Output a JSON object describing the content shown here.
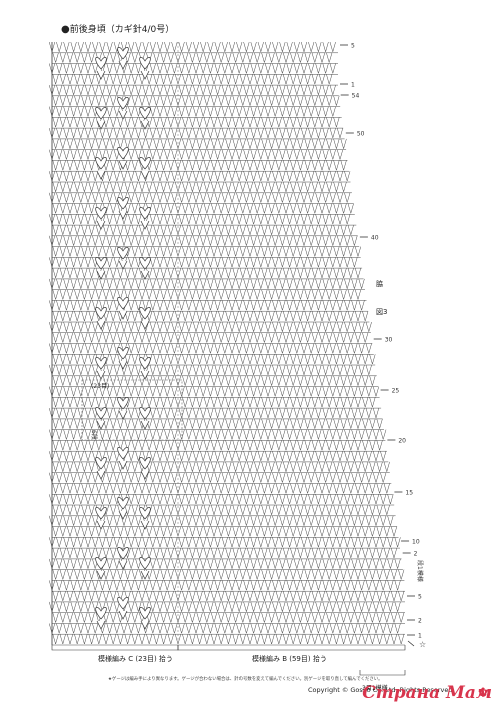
{
  "title": "前後身頃（カギ針4/0号）",
  "inset_count": "(23目)",
  "inset_label": "6段",
  "side_label": "脇",
  "fig_label": "図3",
  "row_markers": [
    "5",
    "1",
    "54",
    "50",
    "40",
    "30",
    "25",
    "20",
    "15",
    "10",
    "2",
    "5",
    "2",
    "1"
  ],
  "repeat_label": "段1模様",
  "pattern_c": "模様編み C (23目) 拾う",
  "pattern_b": "模様編み B (59目) 拾う",
  "repeat_stitches": "3目1模様",
  "note": "★ゲージは編み手により異なります。ゲージが合わない場合は、針の号数を変えて編んでください。別ゲージを取り直して編んでください。",
  "copyright": "Copyright © Gosyo Co.,Ltd. Rights Reserved",
  "watermark": "Страна Мам",
  "colors": {
    "ink": "#333333",
    "watermark": "#d8344c"
  }
}
